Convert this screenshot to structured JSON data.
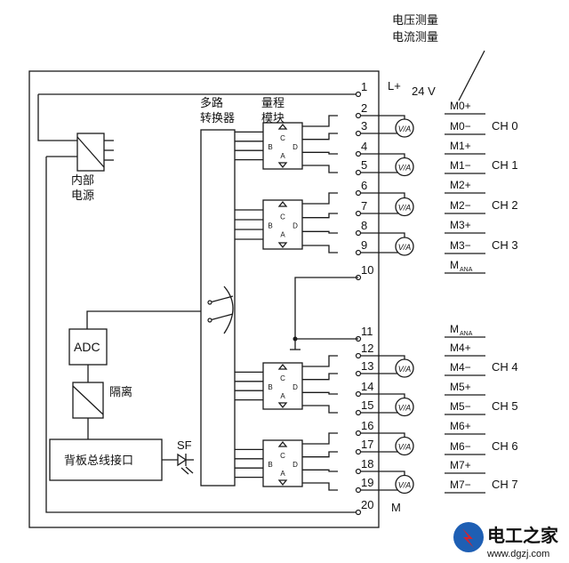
{
  "header": {
    "voltage_measure": "电压测量",
    "current_measure": "电流测量"
  },
  "labels": {
    "multiplexer_line1": "多路",
    "multiplexer_line2": "转换器",
    "range_module_line1": "量程",
    "range_module_line2": "模块",
    "internal_power_line1": "内部",
    "internal_power_line2": "电源",
    "adc": "ADC",
    "isolation": "隔离",
    "backplane_bus": "背板总线接口",
    "sf": "SF",
    "l_plus": "L+",
    "supply_voltage": "24 V",
    "m_ground": "M"
  },
  "terminals": [
    "1",
    "2",
    "3",
    "4",
    "5",
    "6",
    "7",
    "8",
    "9",
    "10",
    "11",
    "12",
    "13",
    "14",
    "15",
    "16",
    "17",
    "18",
    "19",
    "20"
  ],
  "signals": [
    {
      "label": "M0+",
      "channel": ""
    },
    {
      "label": "M0−",
      "channel": "CH 0"
    },
    {
      "label": "M1+",
      "channel": ""
    },
    {
      "label": "M1−",
      "channel": "CH 1"
    },
    {
      "label": "M2+",
      "channel": ""
    },
    {
      "label": "M2−",
      "channel": "CH 2"
    },
    {
      "label": "M3+",
      "channel": ""
    },
    {
      "label": "M3−",
      "channel": "CH 3"
    },
    {
      "label": "M",
      "sub": "ANA",
      "channel": ""
    },
    {
      "label": "M",
      "sub": "ANA",
      "channel": ""
    },
    {
      "label": "M4+",
      "channel": ""
    },
    {
      "label": "M4−",
      "channel": "CH 4"
    },
    {
      "label": "M5+",
      "channel": ""
    },
    {
      "label": "M5−",
      "channel": "CH 5"
    },
    {
      "label": "M6+",
      "channel": ""
    },
    {
      "label": "M6−",
      "channel": "CH 6"
    },
    {
      "label": "M7+",
      "channel": ""
    },
    {
      "label": "M7−",
      "channel": "CH 7"
    }
  ],
  "range_module_glyphs": {
    "a": "A",
    "b": "B",
    "c": "C",
    "d": "D"
  },
  "meter_glyph": "V/A",
  "watermark": {
    "title": "电工之家",
    "url": "www.dgzj.com"
  },
  "colors": {
    "line": "#1a1a1a",
    "logo_blue": "#1e5fb4",
    "logo_red": "#d8232a",
    "background": "#ffffff"
  }
}
